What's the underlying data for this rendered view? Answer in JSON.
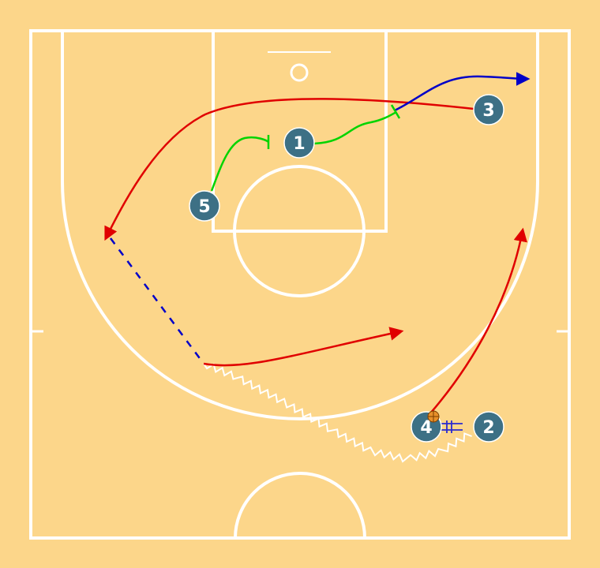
{
  "colors": {
    "court": "#fcd68a",
    "lines": "#ffffff",
    "player_fill": "#3d7085",
    "player_stroke": "#ffffff",
    "cut_path": "#e00000",
    "screen_path": "#00d400",
    "pass_path": "#0000c8",
    "dribble_path": "#ffffff",
    "ball": "#e8902a"
  },
  "players": [
    {
      "id": "player-1",
      "label": "1"
    },
    {
      "id": "player-2",
      "label": "2"
    },
    {
      "id": "player-3",
      "label": "3"
    },
    {
      "id": "player-4",
      "label": "4",
      "has_ball": true
    },
    {
      "id": "player-5",
      "label": "5"
    }
  ],
  "movements": [
    {
      "id": "player-3-cut",
      "type": "cut"
    },
    {
      "id": "player-1-cut",
      "type": "cut"
    },
    {
      "id": "player-5-screen",
      "type": "screen"
    },
    {
      "id": "player-1-screen",
      "type": "screen"
    },
    {
      "id": "perimeter-cut",
      "type": "cut"
    },
    {
      "id": "player-4-cut",
      "type": "cut"
    },
    {
      "id": "pass-to-wing",
      "type": "pass"
    },
    {
      "id": "player-2-dribble",
      "type": "dribble"
    },
    {
      "id": "player-2-handoff",
      "type": "handoff"
    }
  ]
}
